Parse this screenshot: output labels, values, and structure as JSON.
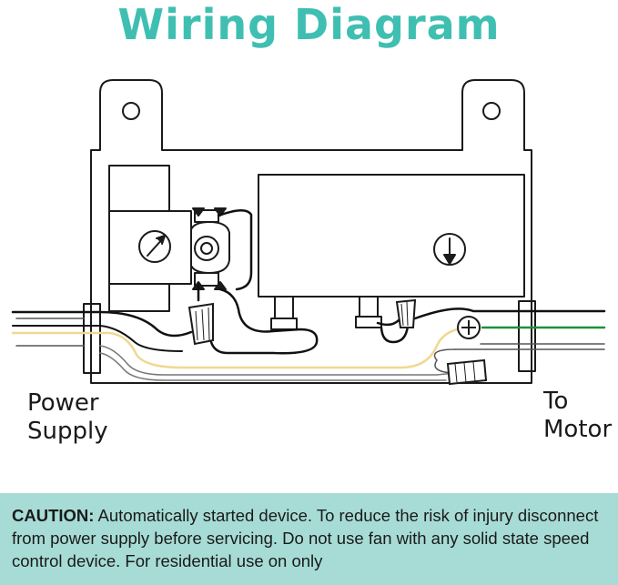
{
  "title": "Wiring Diagram",
  "labels": {
    "power_line1": "Power",
    "power_line2": "Supply",
    "motor_line1": "To",
    "motor_line2": "Motor"
  },
  "caution": {
    "prefix": "CAUTION:",
    "text": " Automatically started device. To reduce the risk of injury disconnect from power supply before servicing. Do not use fan with any solid state speed control device. For residential use on only"
  },
  "colors": {
    "title": "#3fbfb2",
    "caution_bg": "#a7dcd6",
    "wire_black": "#111111",
    "wire_neutral": "#f0d890",
    "wire_ground": "#1f8f3a",
    "outline": "#1a1a1a"
  },
  "icons": [
    "gauge-icon",
    "ground-arrow-icon",
    "ground-terminal-icon",
    "wire-nut-icon"
  ]
}
